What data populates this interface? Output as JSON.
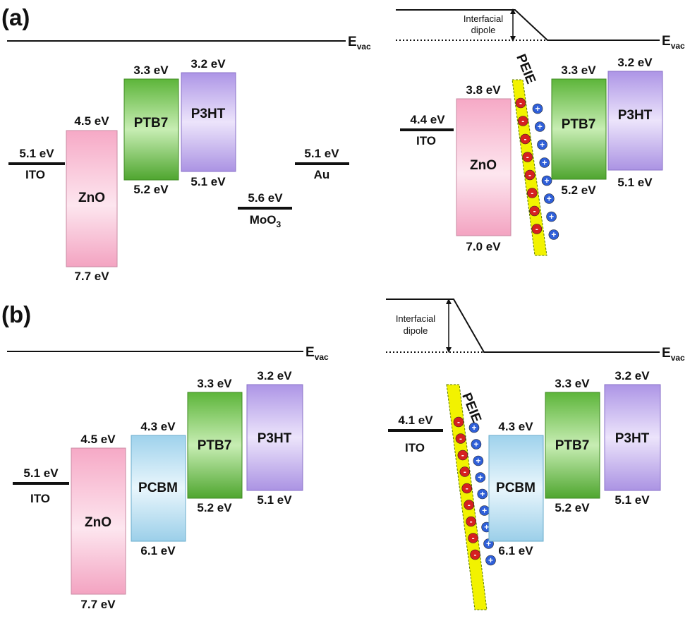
{
  "panels": [
    {
      "label": "(a)",
      "left": {
        "evac": {
          "E": "E",
          "sub": "vac"
        },
        "levels": [
          {
            "id": "ito",
            "top": "5.1 eV",
            "bottom": "ITO"
          },
          {
            "id": "moo3",
            "top": "5.6 eV",
            "bottom": "MoO",
            "bottom_sub": "3"
          },
          {
            "id": "au",
            "top": "5.1 eV",
            "bottom": "Au"
          }
        ],
        "boxes": [
          {
            "id": "zno",
            "name": "ZnO",
            "top": "4.5 eV",
            "bottom": "7.7 eV",
            "color": "#f4a7c3"
          },
          {
            "id": "ptb7",
            "name": "PTB7",
            "top": "3.3 eV",
            "bottom": "5.2 eV",
            "color": "#6cc24a"
          },
          {
            "id": "p3ht",
            "name": "P3HT",
            "top": "3.2 eV",
            "bottom": "5.1 eV",
            "color": "#b8a0e8"
          }
        ]
      },
      "right": {
        "evac": {
          "E": "E",
          "sub": "vac"
        },
        "dipole": [
          "Interfacial",
          "dipole"
        ],
        "peie": "PEIE",
        "levels": [
          {
            "id": "ito",
            "top": "4.4 eV",
            "bottom": "ITO"
          }
        ],
        "boxes": [
          {
            "id": "zno",
            "name": "ZnO",
            "top": "3.8 eV",
            "bottom": "7.0 eV",
            "color": "#f4a7c3"
          },
          {
            "id": "ptb7",
            "name": "PTB7",
            "top": "3.3 eV",
            "bottom": "5.2 eV",
            "color": "#6cc24a"
          },
          {
            "id": "p3ht",
            "name": "P3HT",
            "top": "3.2 eV",
            "bottom": "5.1 eV",
            "color": "#b8a0e8"
          }
        ]
      }
    },
    {
      "label": "(b)",
      "left": {
        "evac": {
          "E": "E",
          "sub": "vac"
        },
        "levels": [
          {
            "id": "ito",
            "top": "5.1 eV",
            "bottom": "ITO"
          }
        ],
        "boxes": [
          {
            "id": "zno",
            "name": "ZnO",
            "top": "4.5 eV",
            "bottom": "7.7 eV",
            "color": "#f4a7c3"
          },
          {
            "id": "pcbm",
            "name": "PCBM",
            "top": "4.3 eV",
            "bottom": "6.1 eV",
            "color": "#a9d8ee"
          },
          {
            "id": "ptb7",
            "name": "PTB7",
            "top": "3.3 eV",
            "bottom": "5.2 eV",
            "color": "#6cc24a"
          },
          {
            "id": "p3ht",
            "name": "P3HT",
            "top": "3.2 eV",
            "bottom": "5.1 eV",
            "color": "#b8a0e8"
          }
        ]
      },
      "right": {
        "evac": {
          "E": "E",
          "sub": "vac"
        },
        "dipole": [
          "Interfacial",
          "dipole"
        ],
        "peie": "PEIE",
        "levels": [
          {
            "id": "ito",
            "top": "4.1 eV",
            "bottom": "ITO"
          }
        ],
        "boxes": [
          {
            "id": "pcbm",
            "name": "PCBM",
            "top": "4.3 eV",
            "bottom": "6.1 eV",
            "color": "#a9d8ee"
          },
          {
            "id": "ptb7",
            "name": "PTB7",
            "top": "3.3 eV",
            "bottom": "5.2 eV",
            "color": "#6cc24a"
          },
          {
            "id": "p3ht",
            "name": "P3HT",
            "top": "3.2 eV",
            "bottom": "5.1 eV",
            "color": "#b8a0e8"
          }
        ]
      }
    }
  ],
  "charges": {
    "negative": "-",
    "positive": "+"
  },
  "colors": {
    "line": "#111111",
    "peie": "#f2f200",
    "negative": "#d62020",
    "positive": "#2f5fd8"
  }
}
